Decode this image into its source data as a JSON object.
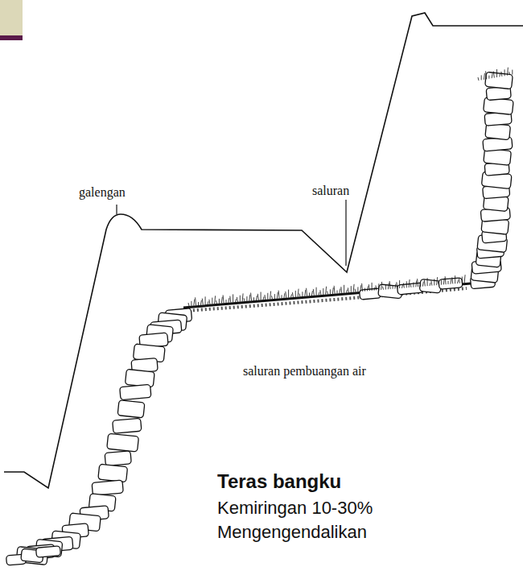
{
  "diagram": {
    "labels": [
      "galengan",
      "saluran",
      "saluran pembuangan air",
      "Teras bangku",
      "Kemiringan 10-30%",
      "Mengengendalikan"
    ]
  }
}
